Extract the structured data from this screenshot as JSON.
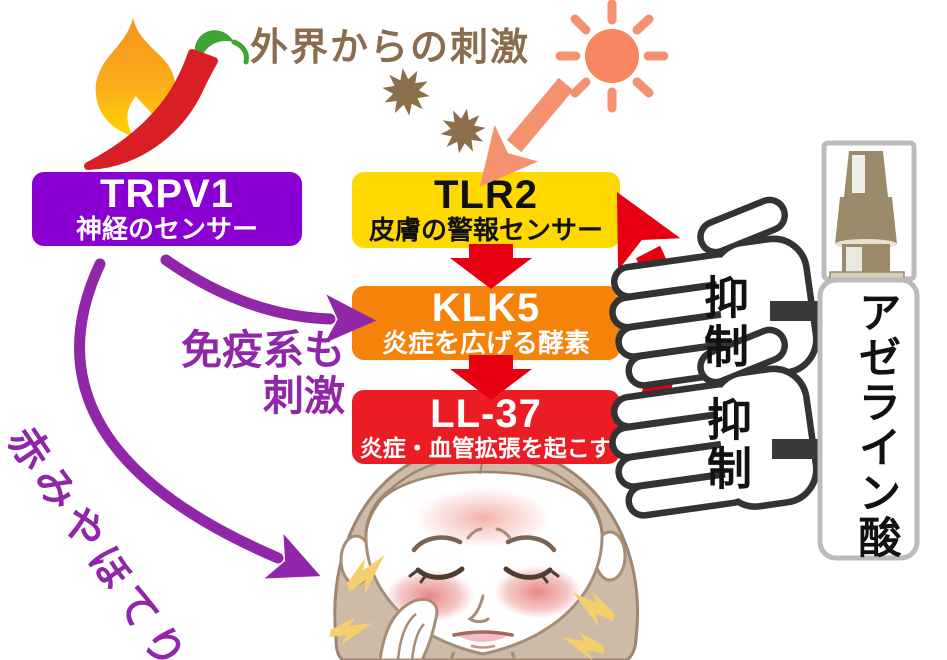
{
  "title": {
    "text": "外界からの刺激",
    "color": "#8A6C4E"
  },
  "boxes": {
    "trpv1": {
      "name": "TRPV1",
      "desc": "神経のセンサー",
      "bg": "#8A00D2",
      "text_color": "#FFFFFF"
    },
    "tlr2": {
      "name": "TLR2",
      "desc": "皮膚の警報センサー",
      "bg": "#FFD800",
      "text_color": "#111111"
    },
    "klk5": {
      "name": "KLK5",
      "desc": "炎症を広げる酵素",
      "bg": "#F5820A",
      "text_color": "#FFFFFF"
    },
    "ll37": {
      "name": "LL-37",
      "desc": "炎症・血管拡張を起こす",
      "bg": "#EC1C24",
      "text_color": "#FFFFFF"
    }
  },
  "annotations": {
    "immune_line1": "免疫系も",
    "immune_line2": "刺激",
    "redness": "赤みやほてり",
    "text_color": "#8F27A8"
  },
  "suppression": {
    "top": "抑制",
    "bottom": "抑制"
  },
  "product": {
    "label": "アゼライン酸"
  },
  "icons": {
    "chili-flame-icon": "burning chili pepper (hot/spicy stimulus)",
    "sun-icon": "sun (UV stimulus)",
    "microbe-icon": "spiky microbe/irritant particles",
    "stop-hand-icon": "hand blocking (suppression)",
    "spray-bottle-icon": "azelaic acid pump bottle",
    "red-face-icon": "woman's face with redness and hot flush"
  },
  "colors": {
    "arrow_red": "#E60012",
    "arrow_purple": "#8F27A8",
    "arrow_salmon": "#F4916F",
    "microbe_brown": "#8C6E4B",
    "bolt_yellow": "#F6CF6D",
    "hand_outline": "#333333",
    "bottle_border": "#BBBBBB",
    "pump_tan": "#9C8B6B"
  }
}
